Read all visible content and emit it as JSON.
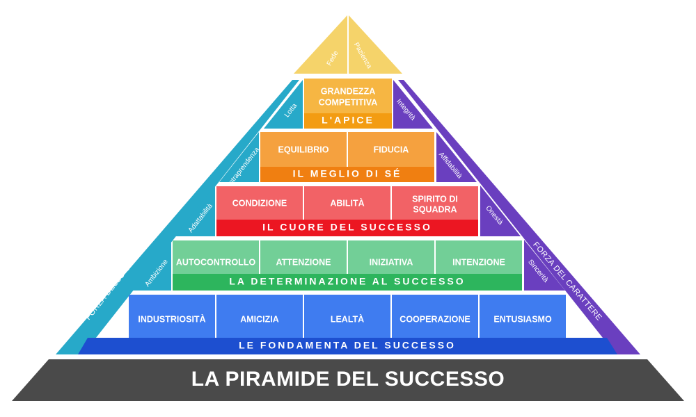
{
  "title": "LA PIRAMIDE DEL SUCCESSO",
  "top": {
    "left": "Fede",
    "right": "Pazienza"
  },
  "left_side": {
    "label": "FORZA DELLO SPIRITO",
    "blocks": [
      "Lotta",
      "Intraprendenza",
      "Adattabilità",
      "Ambizione"
    ]
  },
  "right_side": {
    "label": "FORZA DEL CARATTERE",
    "blocks": [
      "Integrità",
      "Affidabilità",
      "Onestà",
      "Sincerità"
    ]
  },
  "levels": [
    {
      "band": "L'APICE",
      "cells": [
        [
          "GRANDEZZA",
          "COMPETITIVA"
        ]
      ]
    },
    {
      "band": "IL MEGLIO DI SÉ",
      "cells": [
        [
          "EQUILIBRIO"
        ],
        [
          "FIDUCIA"
        ]
      ]
    },
    {
      "band": "IL CUORE DEL SUCCESSO",
      "cells": [
        [
          "CONDIZIONE"
        ],
        [
          "ABILITÀ"
        ],
        [
          "SPIRITO DI",
          "SQUADRA"
        ]
      ]
    },
    {
      "band": "LA DETERMINAZIONE AL SUCCESSO",
      "cells": [
        [
          "AUTOCONTROLLO"
        ],
        [
          "ATTENZIONE"
        ],
        [
          "INIZIATIVA"
        ],
        [
          "INTENZIONE"
        ]
      ]
    },
    {
      "band": "LE FONDAMENTA DEL SUCCESSO",
      "cells": [
        [
          "INDUSTRIOSITÀ"
        ],
        [
          "AMICIZIA"
        ],
        [
          "LEALTÀ"
        ],
        [
          "COOPERAZIONE"
        ],
        [
          "ENTUSIASMO"
        ]
      ]
    }
  ],
  "colors": {
    "top": "#F5D36A",
    "base": "#4A4A4A",
    "left_side": "#27A9C9",
    "right_side": "#6A3FBF",
    "levels": [
      {
        "cell": "#F6B643",
        "band": "#F39C12"
      },
      {
        "cell": "#F5A13F",
        "band": "#F07F11"
      },
      {
        "cell": "#F26266",
        "band": "#EC1622"
      },
      {
        "cell": "#72CF97",
        "band": "#2DB55D"
      },
      {
        "cell": "#3F7CF0",
        "band": "#1D4FD0"
      }
    ]
  }
}
